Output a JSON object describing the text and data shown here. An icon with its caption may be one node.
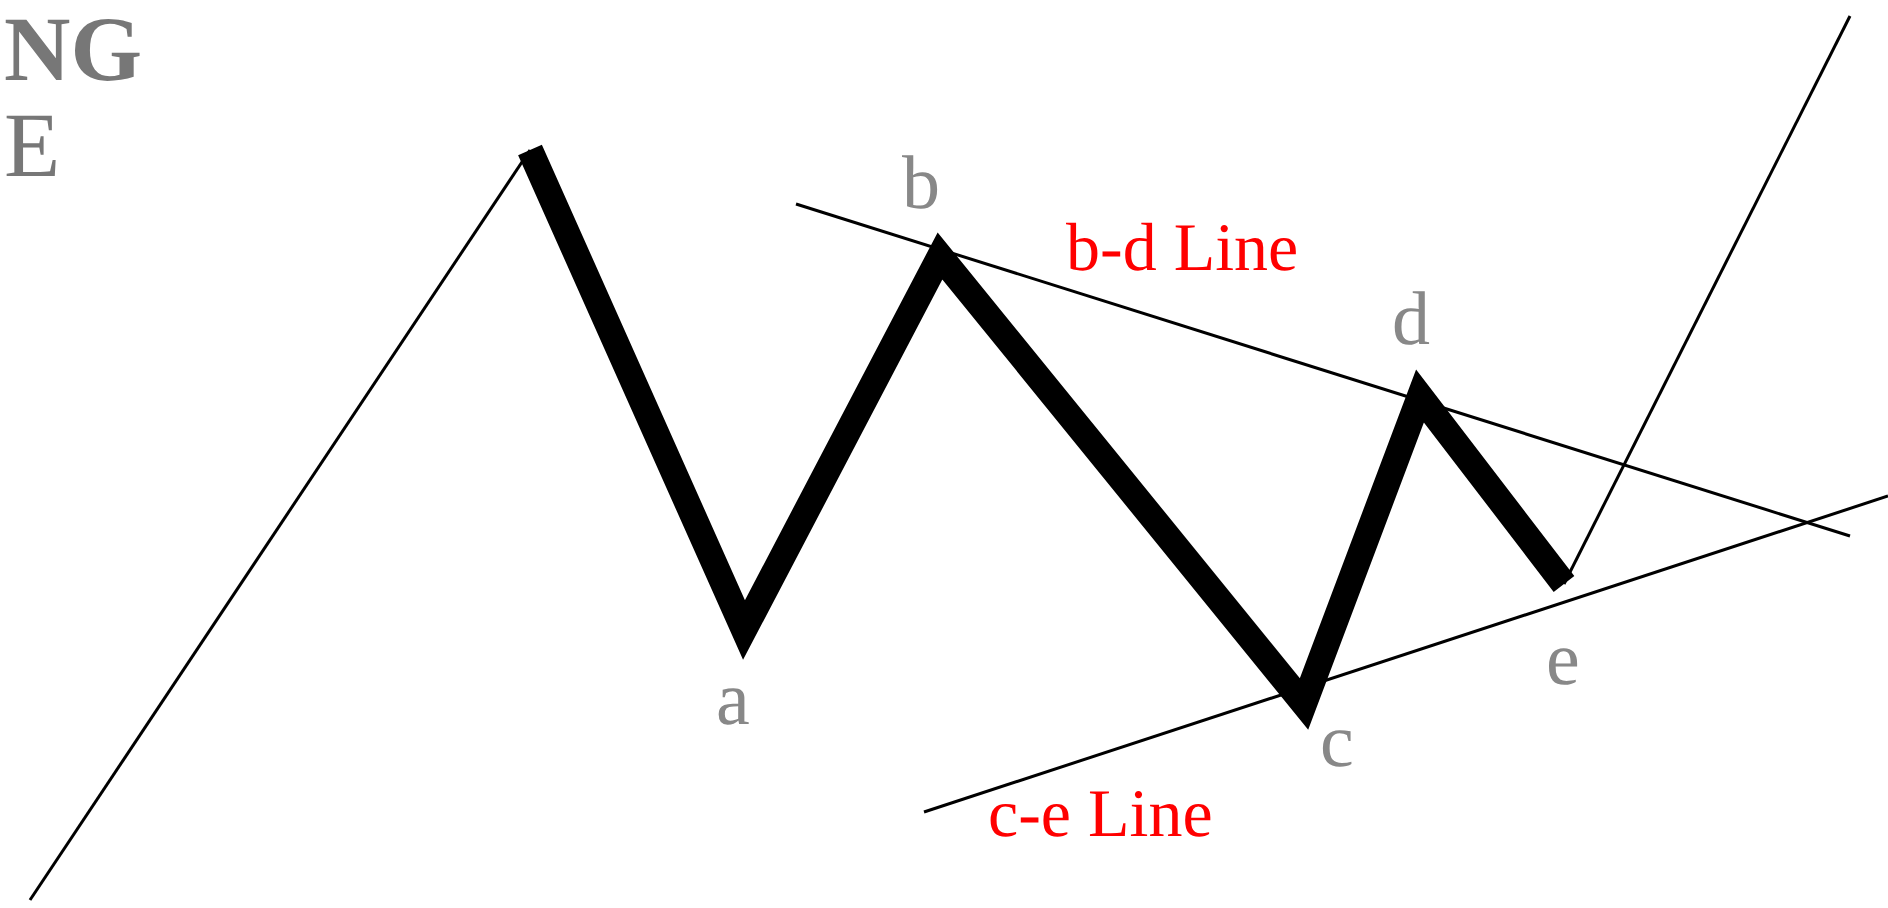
{
  "diagram": {
    "labels": [
      "NG",
      "E",
      "b",
      "b-d Line",
      "d",
      "a",
      "e",
      "c",
      "c-e Line"
    ]
  }
}
